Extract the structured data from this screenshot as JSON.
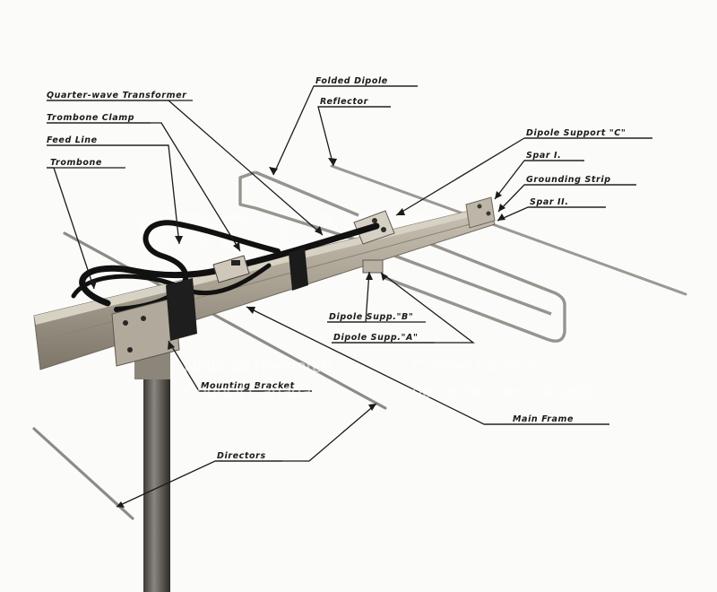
{
  "labels": {
    "folded_dipole": "Folded Dipole",
    "reflector": "Reflector",
    "quarter_wave_transformer": "Quarter-wave Transformer",
    "trombone_clamp": "Trombone Clamp",
    "feed_line": "Feed Line",
    "trombone": "Trombone",
    "dipole_support_c": "Dipole Support \"C\"",
    "spar_i": "Spar I.",
    "grounding_strip": "Grounding Strip",
    "spar_ii": "Spar II.",
    "dipole_supp_b": "Dipole Supp.\"B\"",
    "dipole_supp_a": "Dipole Supp.\"A\"",
    "mounting_bracket": "Mounting Bracket",
    "main_frame": "Main Frame",
    "directors": "Directors"
  },
  "watermark": {
    "logo_text": "NRC·CNRC",
    "en_line1": "National Research",
    "en_line2": "Council Canada",
    "fr_line1": "Conseil national",
    "fr_line2": "de recherches Canada"
  },
  "colors": {
    "paper": "#fdfdfc",
    "ink": "#1a1a1a",
    "wood": "#a8a091",
    "metal": "#cfccc5"
  }
}
